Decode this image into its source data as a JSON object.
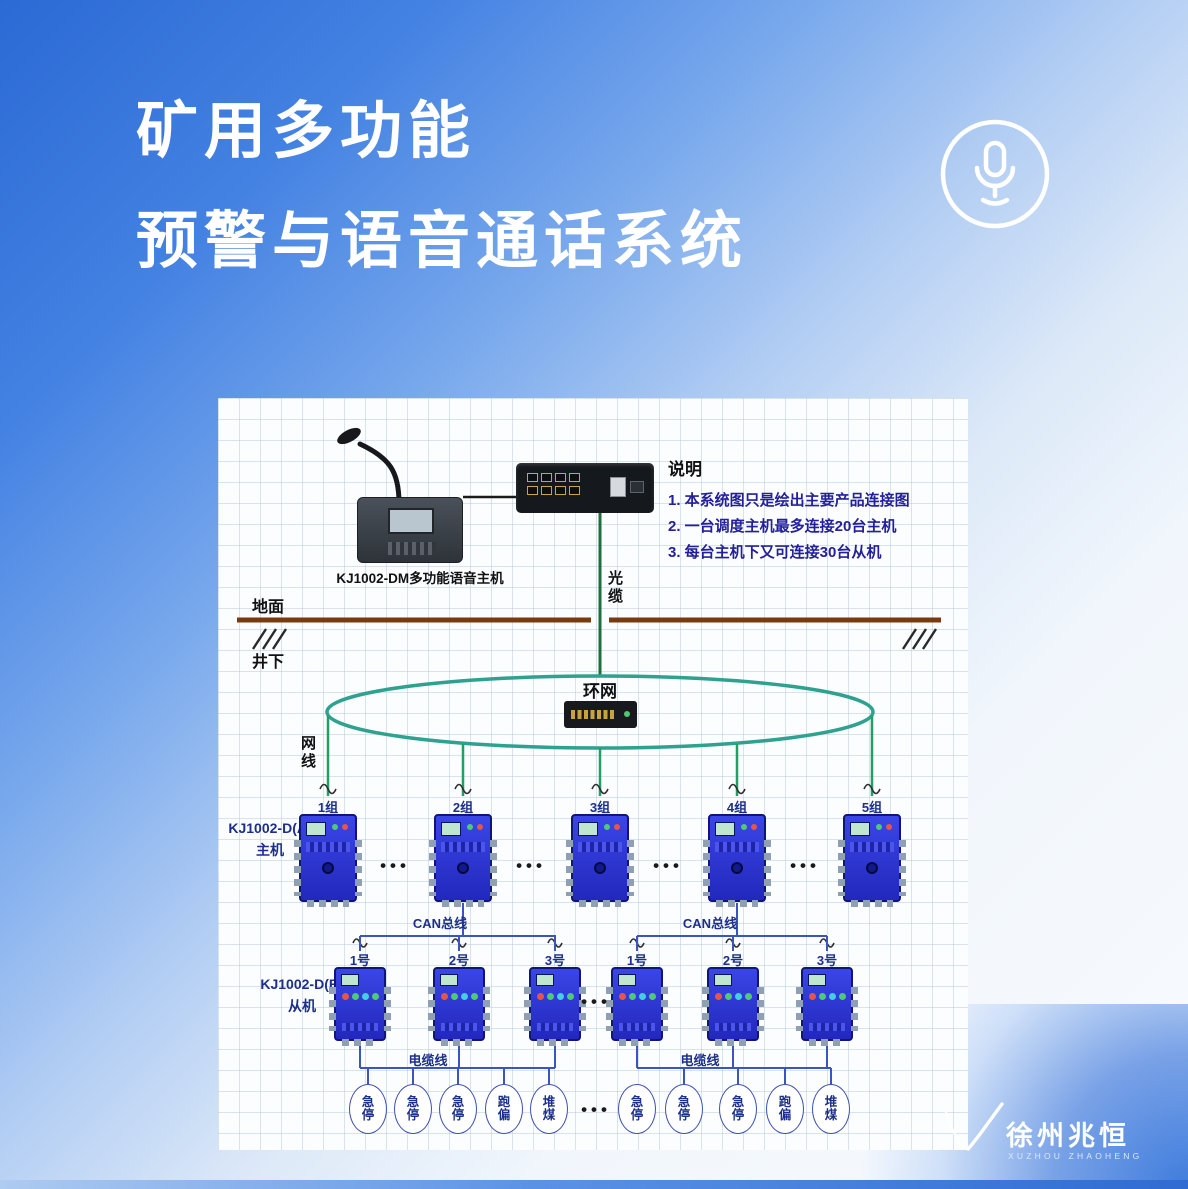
{
  "header": {
    "title_line1": "矿用多功能",
    "title_line2": "预警与语音通话系统"
  },
  "diagram": {
    "console_label": "KJ1002-DM多功能语音主机",
    "notes": {
      "heading": "说明",
      "items": [
        "1. 本系统图只是绘出主要产品连接图",
        "2. 一台调度主机最多连接20台主机",
        "3. 每台主机下又可连接30台从机"
      ]
    },
    "optical_cable": "光缆",
    "surface": "地面",
    "underground": "井下",
    "ring_network": "环网",
    "network_cable": "网线",
    "host": {
      "model": "KJ1002-D(A)",
      "role": "主机",
      "groups": [
        "1组",
        "2组",
        "3组",
        "4组",
        "5组"
      ]
    },
    "can_bus": "CAN总线",
    "slave": {
      "model": "KJ1002-D(B)",
      "role": "从机",
      "units": [
        "1号",
        "2号",
        "3号"
      ]
    },
    "cable_line": "电缆线",
    "sensors": [
      "急停",
      "急停",
      "急停",
      "跑偏",
      "堆煤"
    ],
    "ellipsis": "•••"
  },
  "footer": {
    "brand": "徐州兆恒",
    "brand_en": "XUZHOU ZHAOHENG"
  },
  "colors": {
    "header_blue": "#2b6ad4",
    "ring_green": "#2ea18f",
    "drop_green": "#1fa065",
    "fiber_green": "#1e6f3c",
    "bus_blue": "#3a55c0",
    "ground_brown": "#7a3a0f",
    "device_blue": "#2a35d8",
    "label_navy": "#1c2f8a"
  }
}
